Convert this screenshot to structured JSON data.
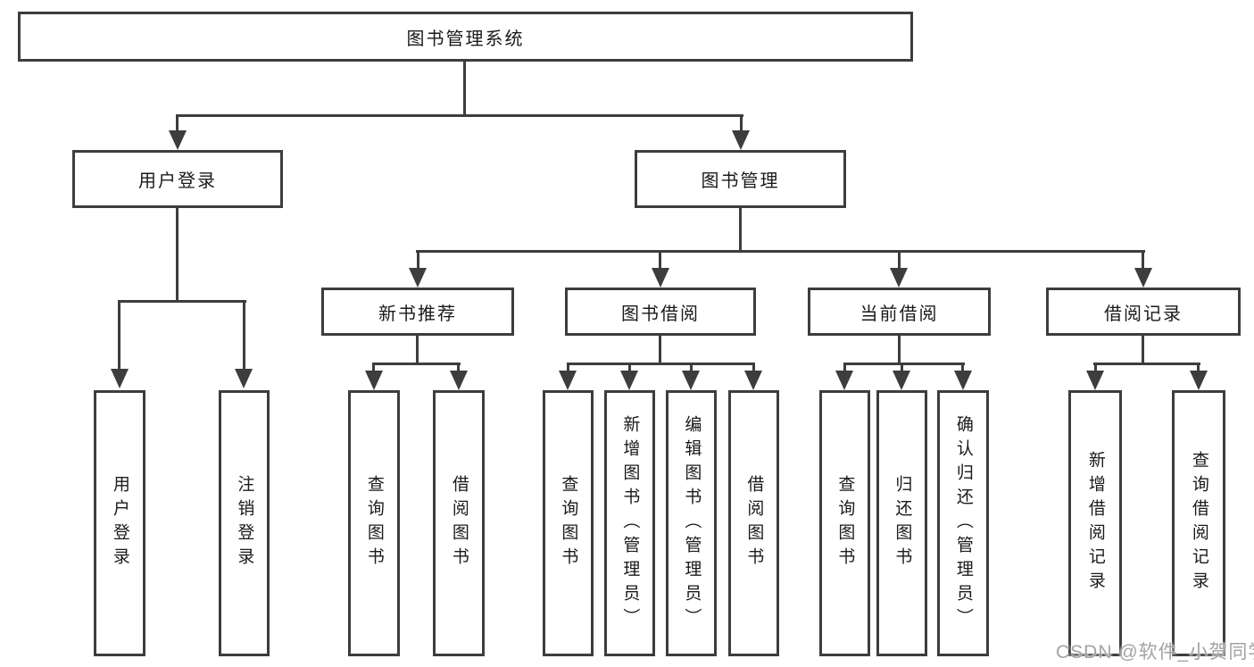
{
  "tree": {
    "root": "图书管理系统",
    "user_login": {
      "label": "用户登录",
      "children": [
        {
          "label": "用户登录"
        },
        {
          "label": "注销登录"
        }
      ]
    },
    "book_management": {
      "label": "图书管理",
      "sections": [
        {
          "label": "新书推荐",
          "children": [
            {
              "label": "查询图书"
            },
            {
              "label": "借阅图书"
            }
          ]
        },
        {
          "label": "图书借阅",
          "children": [
            {
              "label": "查询图书"
            },
            {
              "label": "新增图书（管理员）"
            },
            {
              "label": "编辑图书（管理员）"
            },
            {
              "label": "借阅图书"
            }
          ]
        },
        {
          "label": "当前借阅",
          "children": [
            {
              "label": "查询图书"
            },
            {
              "label": "归还图书"
            },
            {
              "label": "确认归还（管理员）"
            }
          ]
        },
        {
          "label": "借阅记录",
          "children": [
            {
              "label": "新增借阅记录"
            },
            {
              "label": "查询借阅记录"
            }
          ]
        }
      ]
    }
  },
  "watermark": "CSDN @软件_小贺同学",
  "colors": {
    "line": "#3d3d3d",
    "text": "#1a1a1a",
    "watermark": "#a3a3a3",
    "background": "#ffffff"
  }
}
